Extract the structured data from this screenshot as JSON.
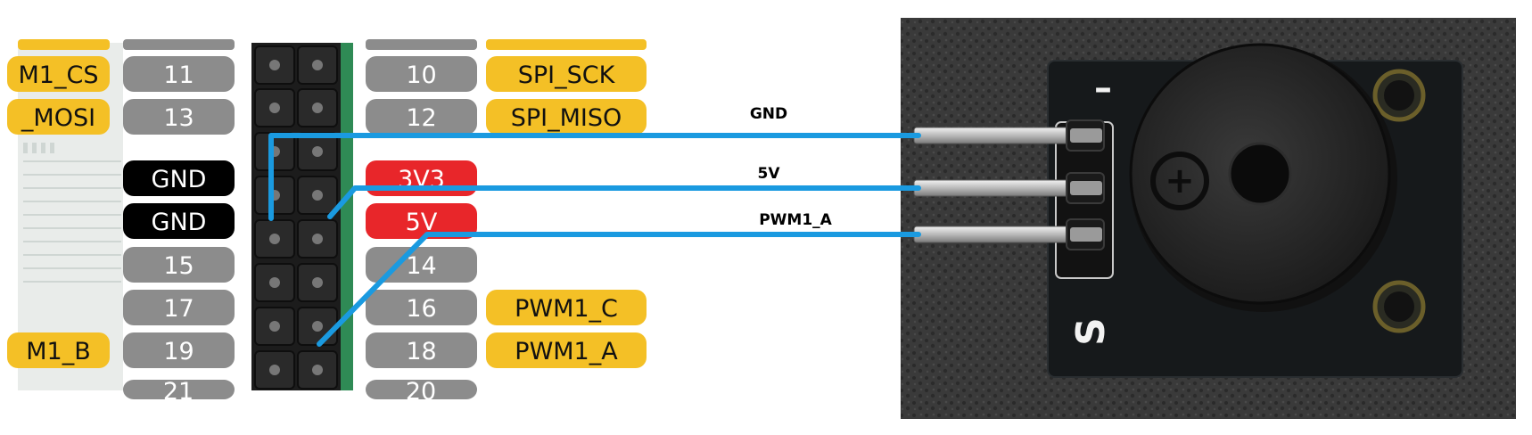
{
  "header_board": {
    "left_labels": [
      "M1_CS",
      "_MOSI",
      "",
      "",
      "",
      "",
      "M1_B"
    ],
    "left_pins": [
      "11",
      "13",
      "GND",
      "GND",
      "15",
      "17",
      "19",
      "21"
    ],
    "right_pins": [
      "10",
      "12",
      "3V3",
      "5V",
      "14",
      "16",
      "18",
      "20"
    ],
    "right_labels": [
      "SPI_SCK",
      "SPI_MISO",
      "",
      "",
      "",
      "PWM1_C",
      "PWM1_A"
    ]
  },
  "wires": [
    {
      "label": "GND"
    },
    {
      "label": "5V"
    },
    {
      "label": "PWM1_A"
    }
  ],
  "buzzer_module": {
    "silk_signal": "S",
    "silk_ground": "–",
    "silk_plus": "+"
  },
  "colors": {
    "wire": "#1a9ae0",
    "pill_gray": "#8c8c8c",
    "pill_black": "#000000",
    "pill_red": "#e8262a",
    "pill_yellow": "#f4c026",
    "header_green": "#2f8a55",
    "pcb_dark": "#15181a"
  }
}
